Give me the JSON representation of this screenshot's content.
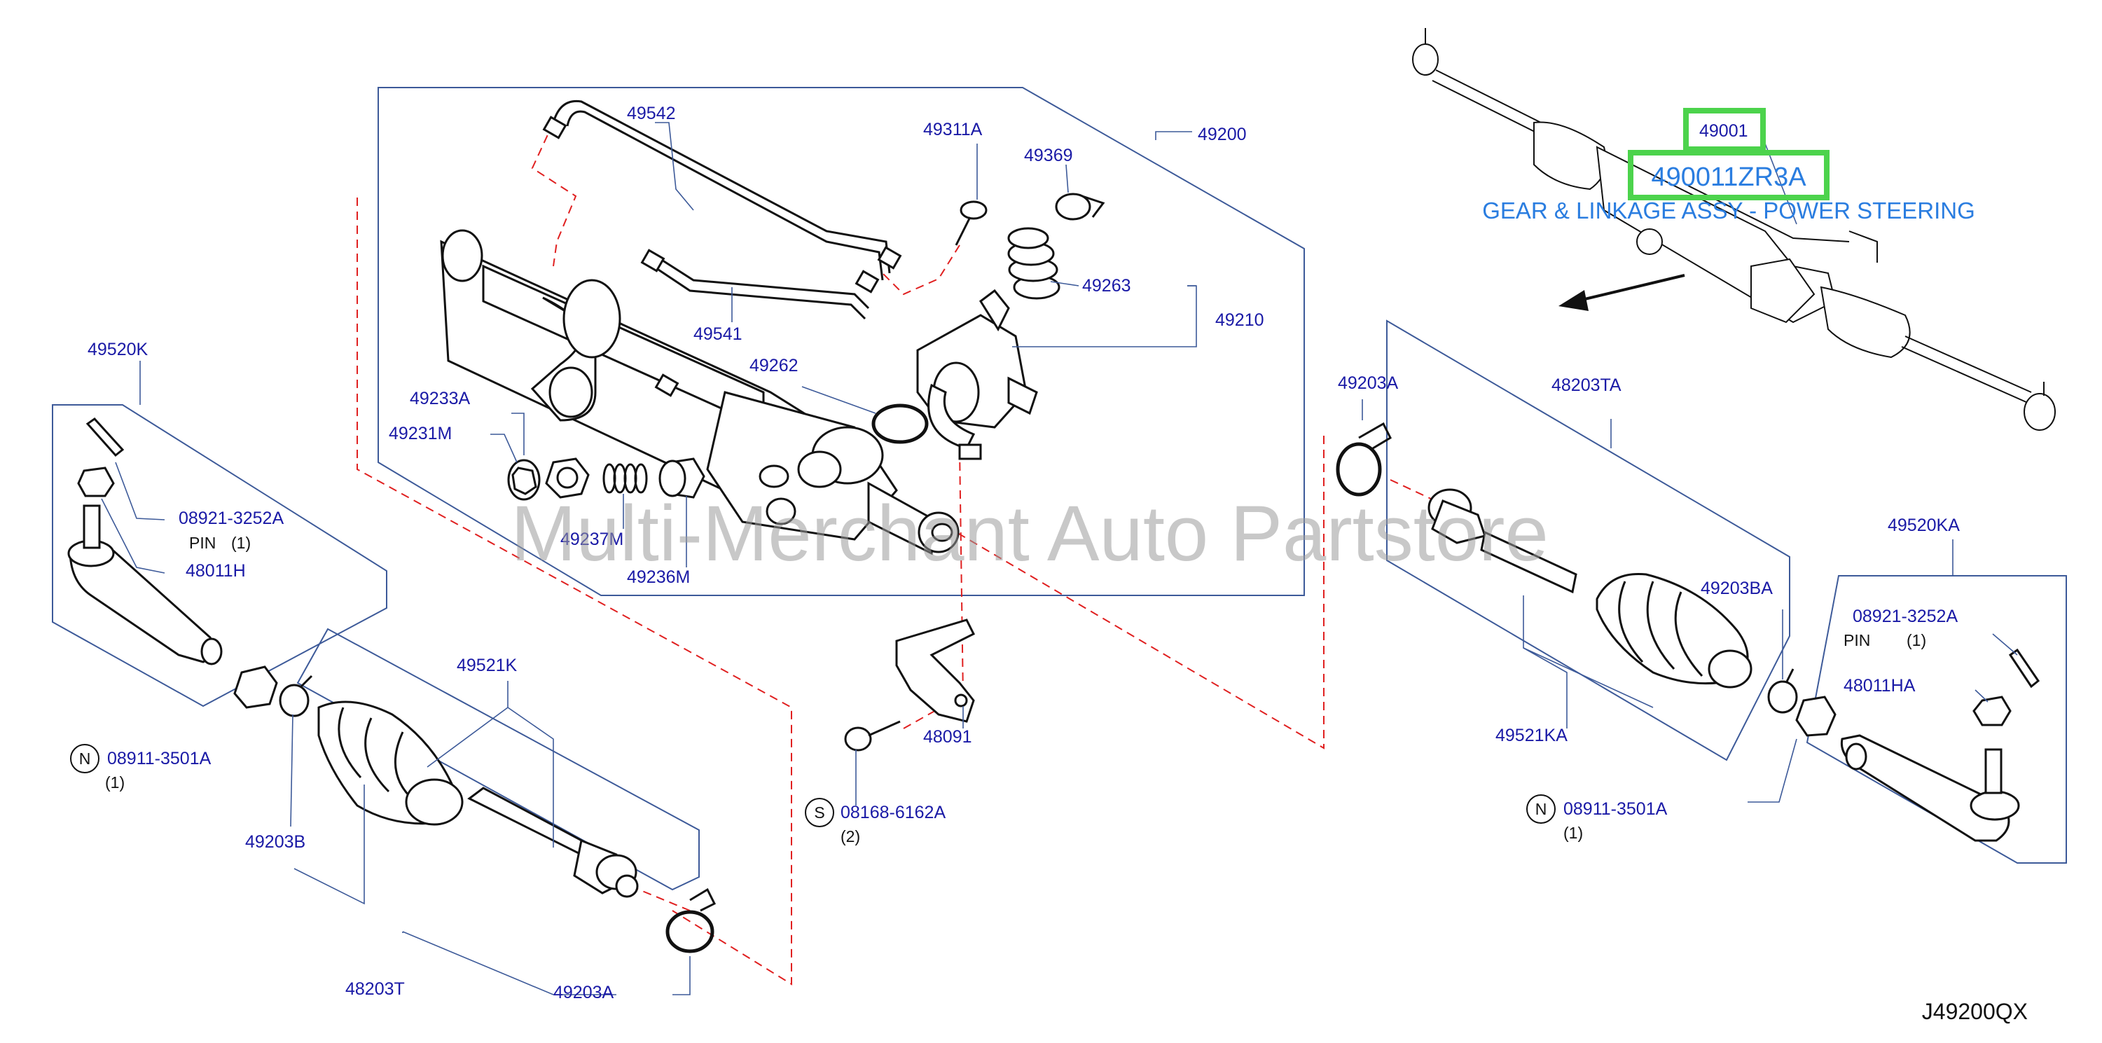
{
  "colors": {
    "label": "#1a1aa6",
    "frame": "#3d5a99",
    "dash": "#e02020",
    "highlight": "#4cd34c",
    "watermark": "#9a9a9a",
    "assy_text": "#2a7de0"
  },
  "watermark": "Multi-Merchant Auto Partstore",
  "diagram_code": "J49200QX",
  "assembly": {
    "ref": "49001",
    "part_number": "490011ZR3A",
    "description": "GEAR & LINKAGE ASSY - POWER STEERING"
  },
  "labels": {
    "p49542": "49542",
    "p49311A": "49311A",
    "p49369": "49369",
    "p49200": "49200",
    "p49263": "49263",
    "p49210": "49210",
    "p49541": "49541",
    "p49262": "49262",
    "p49233A": "49233A",
    "p49231M": "49231M",
    "p49237M": "49237M",
    "p49236M": "49236M",
    "p49520K": "49520K",
    "p08921_left": "08921-3252A",
    "pin_left": "PIN",
    "pin_left_qty": "(1)",
    "p48011H": "48011H",
    "p49521K": "49521K",
    "n_left_badge": "N",
    "p08911_left": "08911-3501A",
    "n_left_qty": "(1)",
    "p49203B": "49203B",
    "p48203T": "48203T",
    "p49203A_bottom": "49203A",
    "p48091": "48091",
    "s_badge": "S",
    "p08168": "08168-6162A",
    "s_qty": "(2)",
    "p49203A_right": "49203A",
    "p48203TA": "48203TA",
    "p49203BA": "49203BA",
    "p49521KA": "49521KA",
    "n_right_badge": "N",
    "p08911_right": "08911-3501A",
    "n_right_qty": "(1)",
    "p49520KA": "49520KA",
    "p08921_right": "08921-3252A",
    "pin_right": "PIN",
    "pin_right_qty": "(1)",
    "p48011HA": "48011HA"
  }
}
